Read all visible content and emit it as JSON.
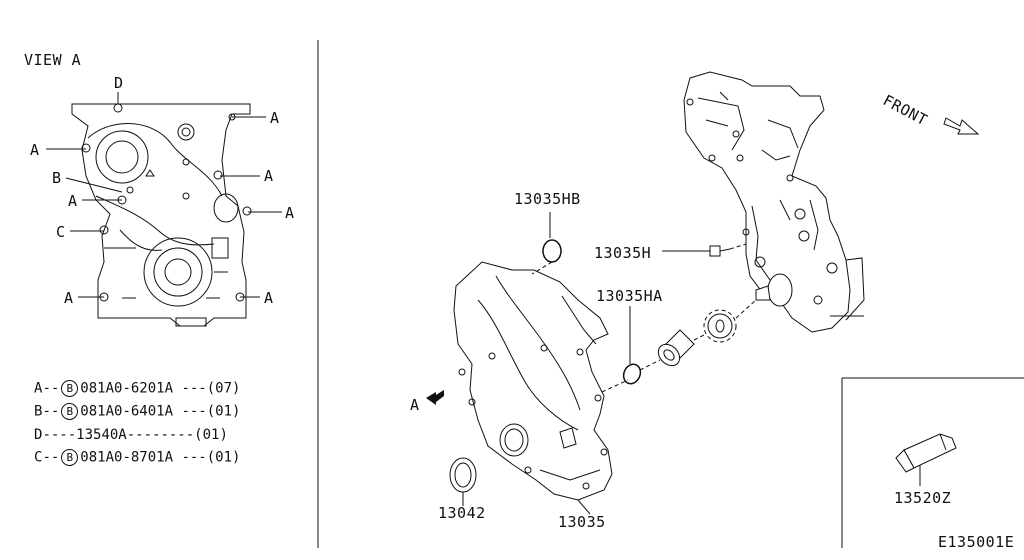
{
  "view_a": {
    "title": "VIEW A",
    "callouts": [
      "D",
      "A",
      "A",
      "B",
      "A",
      "A",
      "A",
      "C",
      "A",
      "A"
    ]
  },
  "legend": [
    {
      "letter": "A",
      "dashes_before": "--",
      "circle": "B",
      "part": "081A0-6201A",
      "dashes_after": "---",
      "qty": "(07)"
    },
    {
      "letter": "B",
      "dashes_before": "--",
      "circle": "B",
      "part": "081A0-6401A",
      "dashes_after": "---",
      "qty": "(01)"
    },
    {
      "letter": "D",
      "dashes_before": "----",
      "circle": "",
      "part": "13540A",
      "dashes_after": "--------",
      "qty": "(01)"
    },
    {
      "letter": "C",
      "dashes_before": "--",
      "circle": "B",
      "part": "081A0-8701A",
      "dashes_after": "---",
      "qty": "(01)"
    }
  ],
  "parts": {
    "p13035hb": "13035HB",
    "p13035h": "13035H",
    "p13035ha": "13035HA",
    "p13042": "13042",
    "p13035": "13035",
    "p13520z": "13520Z",
    "view_arrow": "A"
  },
  "front": "FRONT",
  "diagram_code": "E135001E"
}
